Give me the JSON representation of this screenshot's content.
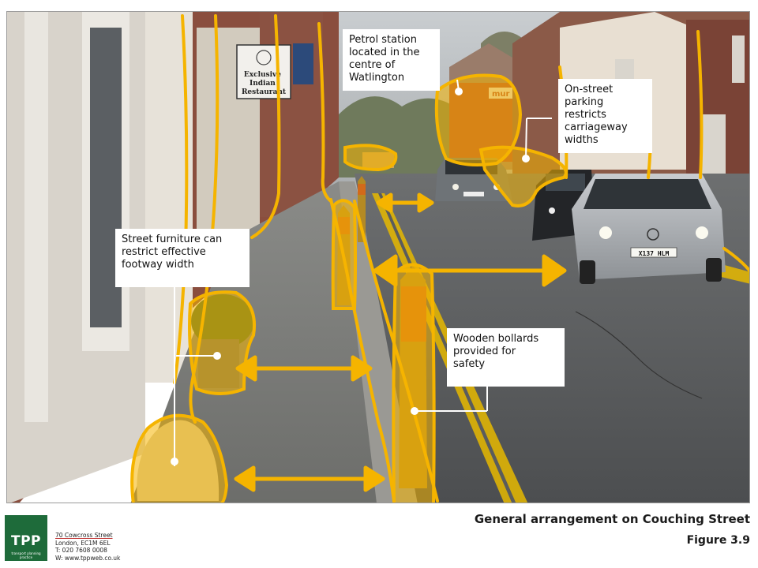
{
  "callouts": {
    "petrol": "Petrol station\nlocated in the\ncentre of\nWatlington",
    "parking": "On-street\nparking\nrestricts\ncarriageway\nwidths",
    "furniture": "Street furniture can\nrestrict effective\nfootway width",
    "bollards": "Wooden bollards\nprovided for\nsafety"
  },
  "photo_signs": {
    "restaurant": "Exclusive\nIndian\nRestaurant",
    "petrol_brand": "mur",
    "plate_front": "X137 HLM"
  },
  "footer": {
    "logo_mark": "TPP",
    "logo_sub": "transport planning practice",
    "address_street": "70 Cowcross Street",
    "address_city": "London, EC1M 6EL",
    "address_phone": "T: 020 7608 0008",
    "address_web": "W: www.tppweb.co.uk",
    "title": "General arrangement on Couching Street",
    "figure": "Figure 3.9"
  },
  "colors": {
    "highlight": "#f5b400",
    "logo_green": "#1e6b3a"
  }
}
